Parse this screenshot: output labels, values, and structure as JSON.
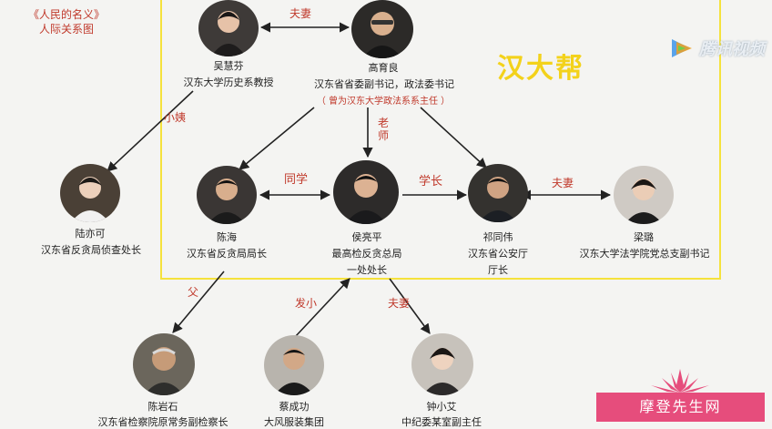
{
  "title": {
    "line1": "《人民的名义》",
    "line2": "人际关系图"
  },
  "group": {
    "label": "汉大帮"
  },
  "watermark": {
    "brand": "腾讯视频",
    "icon": "tencent-video-logo"
  },
  "bottom_mark": {
    "text": "摩登先生网"
  },
  "people": {
    "wu": {
      "name": "吴慧芬",
      "role": "汉东大学历史系教授"
    },
    "gao": {
      "name": "高育良",
      "role": "汉东省省委副书记，政法委书记",
      "note": "（ 曾为汉东大学政法系系主任 ）"
    },
    "lu": {
      "name": "陆亦可",
      "role": "汉东省反贪局侦查处长"
    },
    "chenhai": {
      "name": "陈海",
      "role": "汉东省反贪局局长"
    },
    "hou": {
      "name": "侯亮平",
      "role_line1": "最高检反贪总局",
      "role_line2": "一处处长"
    },
    "qi": {
      "name": "祁同伟",
      "role_line1": "汉东省公安厅",
      "role_line2": "厅长"
    },
    "liang": {
      "name": "梁璐",
      "role": "汉东大学法学院党总支副书记"
    },
    "chenyan": {
      "name": "陈岩石",
      "role": "汉东省检察院原常务副检察长"
    },
    "cai": {
      "name": "蔡成功",
      "role": "大风服装集团"
    },
    "zhong": {
      "name": "钟小艾",
      "role": "中纪委某室副主任"
    }
  },
  "relations": {
    "husband_wife_top": "夫妻",
    "aunt": "小姨",
    "teacher": "老师",
    "classmate": "同学",
    "senior": "学长",
    "husband_wife_right": "夫妻",
    "father": "父",
    "childhood_friend": "发小",
    "husband_wife_bottom": "夫妻"
  }
}
